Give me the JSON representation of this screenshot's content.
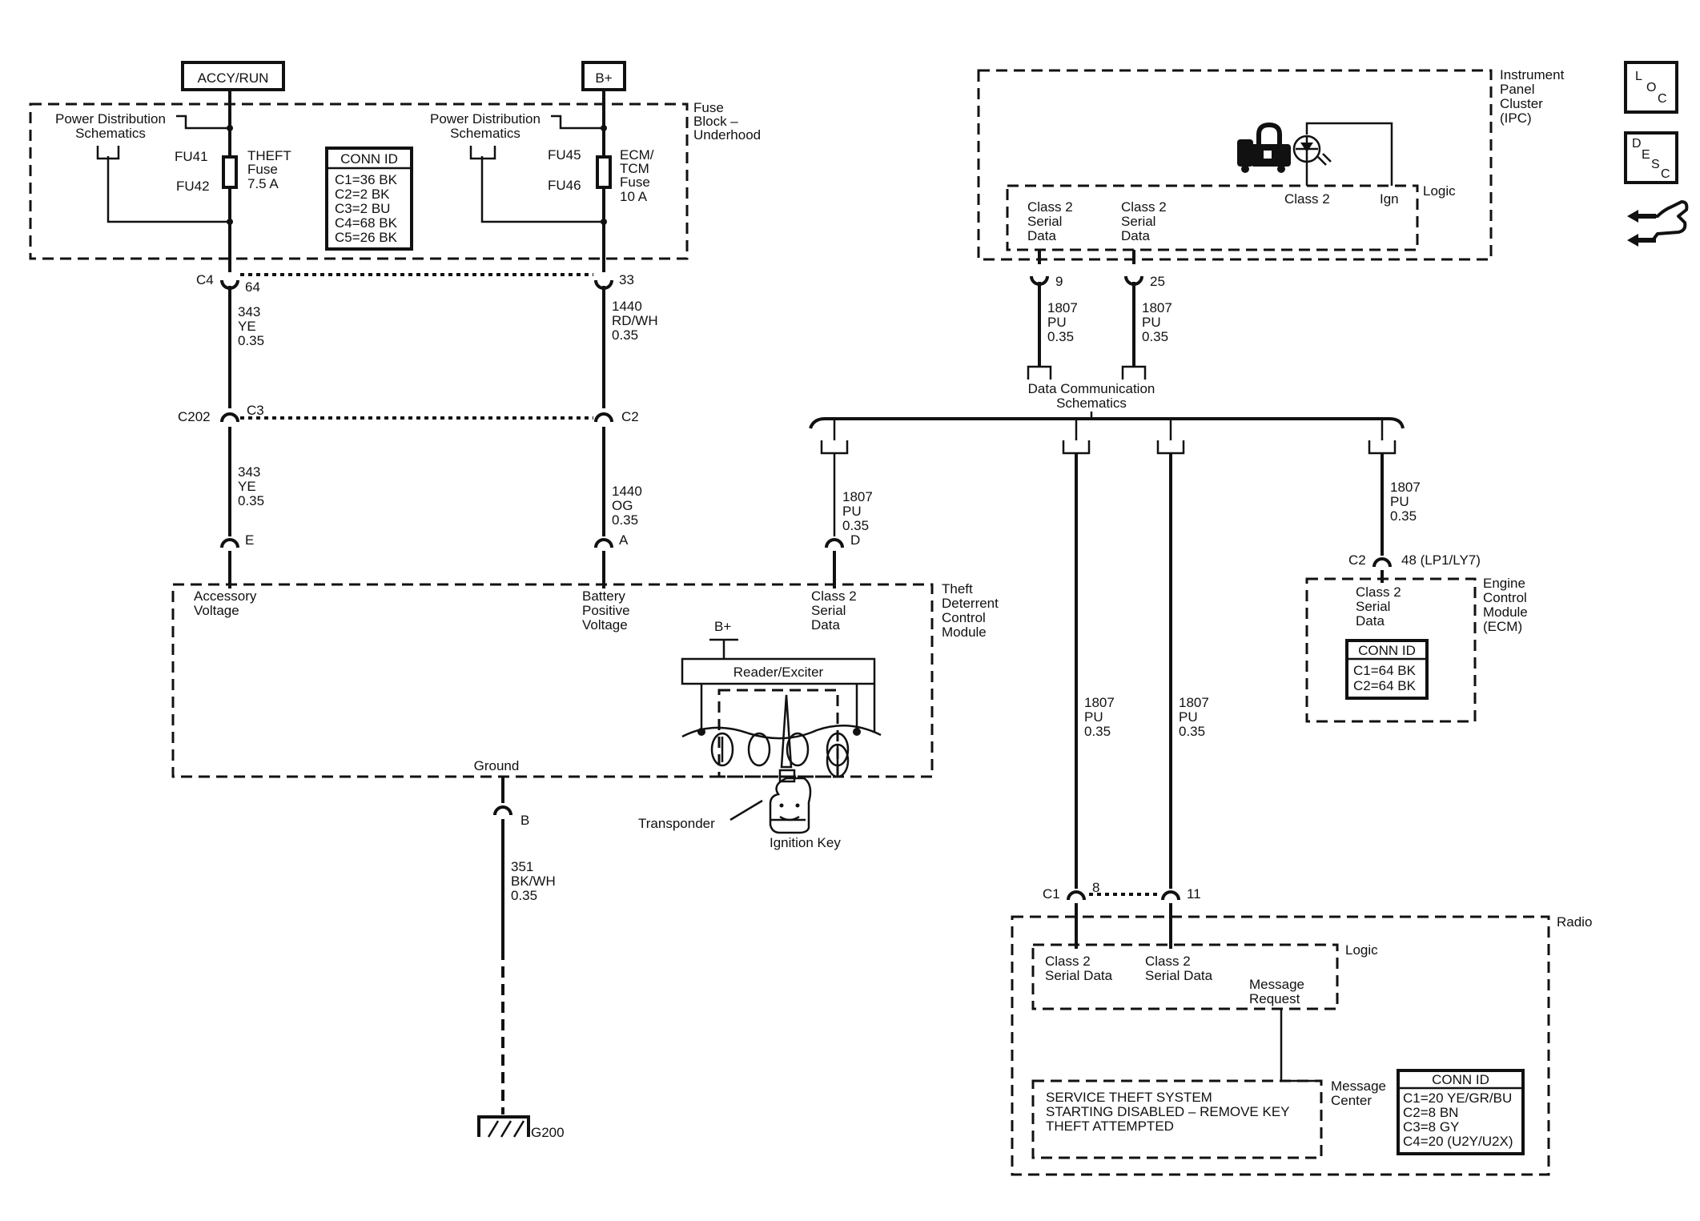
{
  "power": {
    "accy_run": "ACCY/RUN",
    "bplus": "B+"
  },
  "fuse_block": {
    "title": [
      "Fuse",
      "Block –",
      "Underhood"
    ],
    "pds_left": [
      "Power Distribution",
      "Schematics"
    ],
    "pds_right": [
      "Power Distribution",
      "Schematics"
    ],
    "fu41": "FU41",
    "fu42": "FU42",
    "theft_fuse": [
      "THEFT",
      "Fuse",
      "7.5 A"
    ],
    "fu45": "FU45",
    "fu46": "FU46",
    "ecm_fuse": [
      "ECM/",
      "TCM",
      "Fuse",
      "10 A"
    ],
    "conn_id_title": "CONN ID",
    "conn_ids": [
      "C1=36 BK",
      "C2=2 BK",
      "C3=2 BU",
      "C4=68 BK",
      "C5=26 BK"
    ]
  },
  "connectors": {
    "c4": "C4",
    "c4_pin_left": "64",
    "c4_pin_right": "33",
    "c202": "C202",
    "c3": "C3",
    "c2": "C2",
    "pin_e": "E",
    "pin_a": "A",
    "pin_d": "D",
    "pin_b": "B",
    "ipc_pin9": "9",
    "ipc_pin25": "25",
    "ecm_c2": "C2",
    "ecm_pin": "48 (LP1/LY7)",
    "radio_c1": "C1",
    "radio_pin8": "8",
    "radio_pin11": "11"
  },
  "wires": {
    "w343a": [
      "343",
      "YE",
      "0.35"
    ],
    "w1440a": [
      "1440",
      "RD/WH",
      "0.35"
    ],
    "w343b": [
      "343",
      "YE",
      "0.35"
    ],
    "w1440b": [
      "1440",
      "OG",
      "0.35"
    ],
    "w1807_tdm": [
      "1807",
      "PU",
      "0.35"
    ],
    "w1807_ipc9": [
      "1807",
      "PU",
      "0.35"
    ],
    "w1807_ipc25": [
      "1807",
      "PU",
      "0.35"
    ],
    "w1807_ecm": [
      "1807",
      "PU",
      "0.35"
    ],
    "w1807_radio1": [
      "1807",
      "PU",
      "0.35"
    ],
    "w1807_radio2": [
      "1807",
      "PU",
      "0.35"
    ],
    "w351": [
      "351",
      "BK/WH",
      "0.35"
    ]
  },
  "tdm": {
    "title": [
      "Theft",
      "Deterrent",
      "Control",
      "Module"
    ],
    "accessory": [
      "Accessory",
      "Voltage"
    ],
    "battery": [
      "Battery",
      "Positive",
      "Voltage"
    ],
    "class2": [
      "Class 2",
      "Serial",
      "Data"
    ],
    "bplus": "B+",
    "reader": "Reader/Exciter",
    "ground": "Ground",
    "transponder": "Transponder",
    "ignition_key": "Ignition Key"
  },
  "ground": {
    "label": "G200"
  },
  "ipc": {
    "title": [
      "Instrument",
      "Panel",
      "Cluster",
      "(IPC)"
    ],
    "class2_a": [
      "Class 2",
      "Serial",
      "Data"
    ],
    "class2_b": [
      "Class 2",
      "Serial",
      "Data"
    ],
    "class2": "Class 2",
    "ign": "Ign",
    "logic": "Logic"
  },
  "data_comm": [
    "Data Communication",
    "Schematics"
  ],
  "ecm": {
    "title": [
      "Engine",
      "Control",
      "Module",
      "(ECM)"
    ],
    "class2": [
      "Class 2",
      "Serial",
      "Data"
    ],
    "conn_id_title": "CONN ID",
    "conn_ids": [
      "C1=64 BK",
      "C2=64 BK"
    ]
  },
  "radio": {
    "title": "Radio",
    "class2_a": [
      "Class 2",
      "Serial Data"
    ],
    "class2_b": [
      "Class 2",
      "Serial Data"
    ],
    "message_request": [
      "Message",
      "Request"
    ],
    "logic": "Logic",
    "message_center": [
      "Message",
      "Center"
    ],
    "messages": [
      "SERVICE THEFT SYSTEM",
      "STARTING DISABLED – REMOVE KEY",
      "THEFT ATTEMPTED"
    ],
    "conn_id_title": "CONN ID",
    "conn_ids": [
      "C1=20 YE/GR/BU",
      "C2=8 BN",
      "C3=8 GY",
      "C4=20 (U2Y/U2X)"
    ]
  },
  "nav_icons": {
    "loc": [
      "L",
      "O",
      "C"
    ],
    "desc": [
      "D",
      "E",
      "S",
      "C"
    ],
    "icon_names": [
      "loc-icon",
      "desc-icon",
      "hand-pointer-icon"
    ]
  }
}
